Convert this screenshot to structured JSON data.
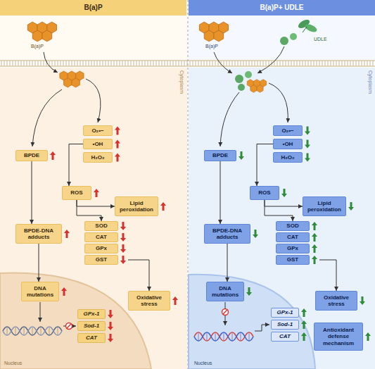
{
  "diagram": {
    "nodes": [
      {
        "text": [
          "B(a)P"
        ]
      },
      {
        "text": [
          "BPDE"
        ]
      },
      {
        "text": [
          "O₂•−"
        ]
      },
      {
        "text": [
          "•OH"
        ]
      },
      {
        "text": [
          "H₂O₂"
        ]
      },
      {
        "text": [
          "ROS"
        ]
      },
      {
        "text": [
          "Lipid peroxidation"
        ]
      },
      {
        "text": [
          "BPDE-DNA adducts"
        ]
      },
      {
        "text": [
          "SOD"
        ]
      },
      {
        "text": [
          "CAT"
        ]
      },
      {
        "text": [
          "GPx"
        ]
      },
      {
        "text": [
          "GST"
        ]
      },
      {
        "text": [
          "DNA mutations"
        ]
      },
      {
        "text": [
          "Oxidative stress"
        ]
      },
      {
        "text": [
          "GPx-1"
        ]
      },
      {
        "text": [
          "Sod-1"
        ]
      },
      {
        "text": [
          "CAT"
        ]
      },
      {
        "text": [
          "B(a)P+ UDLE"
        ]
      },
      {
        "text": [
          "BPDE"
        ]
      },
      {
        "text": [
          "O₂•−"
        ]
      },
      {
        "text": [
          "•OH"
        ]
      },
      {
        "text": [
          "H₂O₂"
        ]
      },
      {
        "text": [
          "ROS"
        ]
      },
      {
        "text": [
          "Lipid peroxidation"
        ]
      },
      {
        "text": [
          "BPDE-DNA adducts"
        ]
      },
      {
        "text": [
          "SOD"
        ]
      },
      {
        "text": [
          "CAT"
        ]
      },
      {
        "text": [
          "GPx"
        ]
      },
      {
        "text": [
          "GST"
        ]
      },
      {
        "text": [
          "DNA mutations"
        ]
      },
      {
        "text": [
          "Oxidative stress"
        ]
      },
      {
        "text": [
          "GPx-1"
        ]
      },
      {
        "text": [
          "Sod-1"
        ]
      },
      {
        "text": [
          "CAT"
        ]
      },
      {
        "text": [
          "Antioxidant defense mechanism"
        ]
      }
    ],
    "edges": [
      {
        "from": 1,
        "to": 7,
        "arrow": "to"
      },
      {
        "from": 7,
        "to": 12,
        "arrow": "to"
      },
      {
        "from": 3,
        "to": 5,
        "arrow": "to"
      },
      {
        "from": 5,
        "to": 6,
        "arrow": "to"
      },
      {
        "from": 5,
        "to": 8,
        "arrow": "to"
      },
      {
        "from": 11,
        "to": 13,
        "arrow": "to"
      },
      {
        "from": 18,
        "to": 24,
        "arrow": "to"
      },
      {
        "from": 24,
        "to": 29,
        "arrow": "to"
      },
      {
        "from": 20,
        "to": 22,
        "arrow": "to"
      },
      {
        "from": 22,
        "to": 23,
        "arrow": "to"
      },
      {
        "from": 22,
        "to": 25,
        "arrow": "to"
      },
      {
        "from": 28,
        "to": 30,
        "arrow": "to"
      }
    ],
    "labels": [
      "B(a)P",
      "B(a)P",
      "UDLE",
      "Cytoplasm",
      "Cytoplasm",
      "Nucleus",
      "Nucleus"
    ]
  }
}
